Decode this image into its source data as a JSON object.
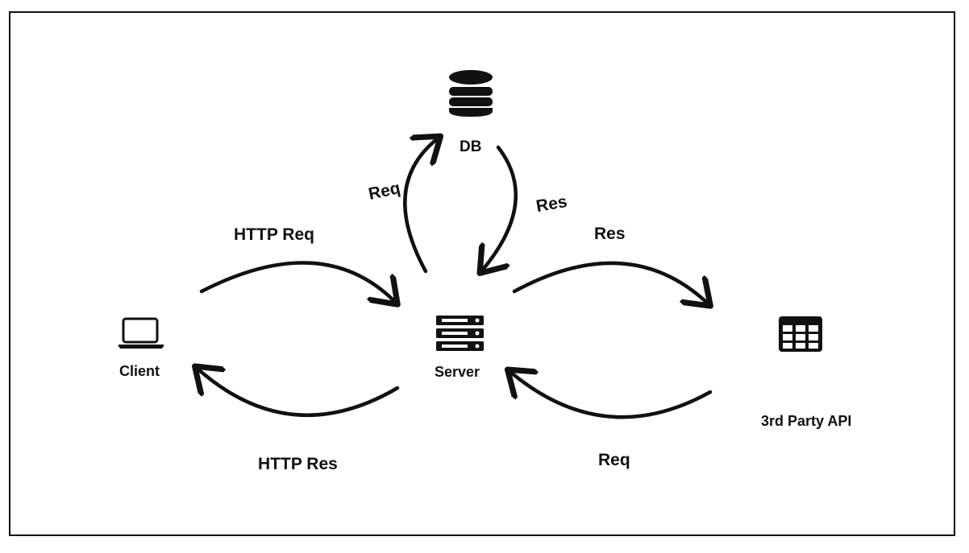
{
  "colors": {
    "ink": "#111111",
    "background": "#ffffff"
  },
  "nodes": {
    "client": {
      "label": "Client",
      "icon": "laptop-icon"
    },
    "server": {
      "label": "Server",
      "icon": "server-rack-icon"
    },
    "db": {
      "label": "DB",
      "icon": "database-icon"
    },
    "api": {
      "label": "3rd Party API",
      "icon": "table-grid-icon"
    }
  },
  "edges": {
    "client_to_server": "HTTP Req",
    "server_to_client": "HTTP Res",
    "server_to_db": "Req",
    "db_to_server": "Res",
    "server_to_api": "Res",
    "api_to_server": "Req"
  }
}
